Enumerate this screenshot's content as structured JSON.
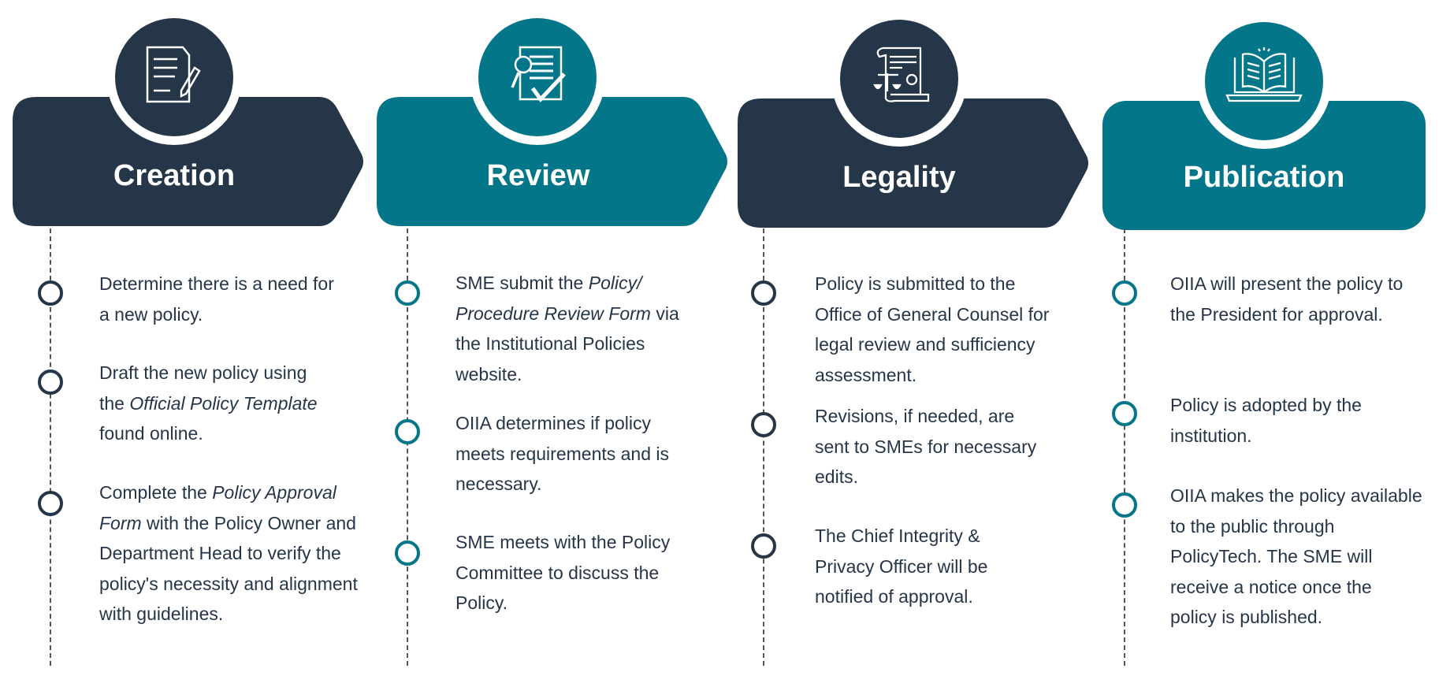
{
  "colors": {
    "dark": "#253648",
    "teal": "#037789"
  },
  "stages": [
    {
      "title": "Creation",
      "icon": "document-edit-icon",
      "items": [
        [
          {
            "t": "Determine there is a need for a new policy."
          }
        ],
        [
          {
            "t": "Draft the new policy using the "
          },
          {
            "t": "Official Policy Template",
            "i": true
          },
          {
            "t": " found online."
          }
        ],
        [
          {
            "t": "Complete the "
          },
          {
            "t": "Policy Approval Form",
            "i": true
          },
          {
            "t": " with the Policy Owner and Department Head to verify the policy's necessity and alignment with guidelines."
          }
        ]
      ]
    },
    {
      "title": "Review",
      "icon": "document-search-check-icon",
      "items": [
        [
          {
            "t": "SME submit the "
          },
          {
            "t": "Policy/ Procedure Review Form",
            "i": true
          },
          {
            "t": " via the Institutional Policies website."
          }
        ],
        [
          {
            "t": "OIIA determines if policy meets requirements and is necessary."
          }
        ],
        [
          {
            "t": "SME meets with the Policy Committee to discuss the Policy."
          }
        ]
      ]
    },
    {
      "title": "Legality",
      "icon": "legal-scroll-scales-icon",
      "items": [
        [
          {
            "t": "Policy is submitted to the Office of General Counsel for legal review and sufficiency assessment."
          }
        ],
        [
          {
            "t": "Revisions, if needed, are sent to SMEs for necessary edits."
          }
        ],
        [
          {
            "t": "The Chief Integrity & Privacy Officer will be notified of approval."
          }
        ]
      ]
    },
    {
      "title": "Publication",
      "icon": "online-book-icon",
      "items": [
        [
          {
            "t": "OIIA will present the policy to the President for approval."
          }
        ],
        [
          {
            "t": "Policy is adopted by the institution."
          }
        ],
        [
          {
            "t": "OIIA makes the policy available to the public through PolicyTech. The SME will receive a notice once the policy is published."
          }
        ]
      ]
    }
  ]
}
